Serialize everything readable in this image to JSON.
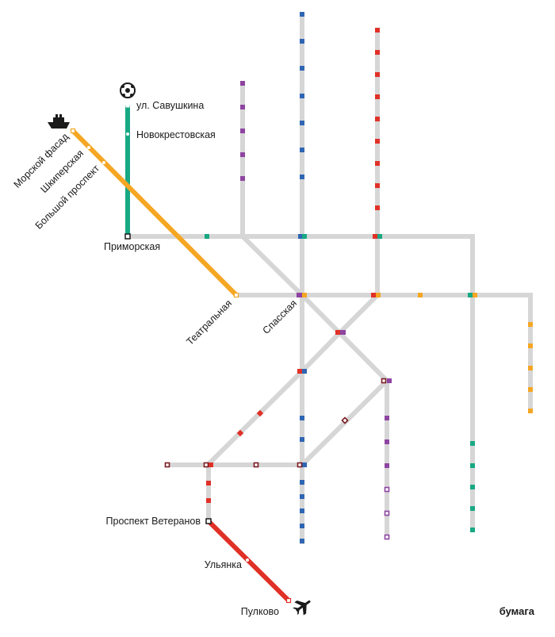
{
  "colors": {
    "existing": "#d6d6d6",
    "green": "#17a884",
    "orange": "#f5a623",
    "red": "#e03127",
    "blue": "#2f66b3",
    "purple": "#8e44a1",
    "dark_red": "#7a1c22",
    "black": "#1a1a1a"
  },
  "lines": {
    "green": [
      "Приморская",
      "Новокрестовская",
      "ул. Савушкина"
    ],
    "orange": [
      "Морской фасад",
      "Шкиперская",
      "Большой проспект",
      "Театральная"
    ],
    "red": [
      "Проспект Ветеранов",
      "Ульянка",
      "Пулково"
    ]
  },
  "stations": {
    "savushkina": "ул. Савушкина",
    "novokrestovskaya": "Новокрестовская",
    "morskoy_fasad": "Морской фасад",
    "shkiperskaya": "Шкиперская",
    "bolshoy_prospekt": "Большой проспект",
    "primorskaya": "Приморская",
    "teatralnaya": "Театральная",
    "spasskaya": "Спасская",
    "prospekt_veteranov": "Проспект Ветеранов",
    "ulyanka": "Ульянка",
    "pulkovo": "Пулково"
  },
  "icons": {
    "stadium": "football-icon",
    "port": "ship-icon",
    "airport": "airplane-icon"
  },
  "brand": "бумага"
}
